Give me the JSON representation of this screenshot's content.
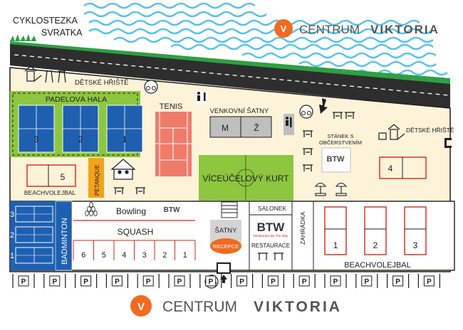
{
  "top_left_label": {
    "line1": "CYKLOSTEZKA",
    "line2": "SVRATKA"
  },
  "brand": {
    "letter": "V",
    "word1": "CENTRUM",
    "word2": "VIKTORIA",
    "accent": "#f26a21",
    "text_color": "#555555"
  },
  "playground_top_left": "DĚTSKÉ HŘIŠTĚ",
  "playground_right": "DĚTSKÉ HŘIŠTĚ",
  "padel": {
    "title": "PADELOVÁ HALA",
    "courts": [
      "3",
      "2",
      "1"
    ],
    "color": "#8dc63f",
    "court_color": "#1f5fb0"
  },
  "tennis": {
    "title": "TENIS",
    "color": "#ef7b6b"
  },
  "changing_outdoor": {
    "title": "VENKOVNÍ ŠATNY",
    "men": "M",
    "women": "Ž"
  },
  "kiosk": {
    "line1": "STÁNEK S",
    "line2": "OBČERSTVENÍM",
    "logo": "BTW"
  },
  "beach_left": {
    "court": "5",
    "label": "BEACHVOLEJBAL"
  },
  "petanque": "PETANQUE",
  "multi_court": {
    "title": "VÍCEÚČELOVÝ KURT",
    "color": "#8dc63f"
  },
  "badminton": {
    "title": "BADMINTON",
    "courts": [
      "3",
      "2",
      "1"
    ],
    "color": "#1f5fb0"
  },
  "bowling": "Bowling",
  "squash": {
    "title": "SQUASH",
    "courts": [
      "6",
      "5",
      "4",
      "3",
      "2",
      "1"
    ]
  },
  "btw_logo": "BTW",
  "changing_inner": "ŠATNY",
  "reception": "RECEPCE",
  "salonek": "SALONEK",
  "restaurant": {
    "logo": "BTW",
    "tagline": "Restaurace By The Way",
    "label": "RESTAURACE"
  },
  "garden": "ZAHRÁDKA",
  "beach_right": {
    "courts": [
      "1",
      "2",
      "3"
    ],
    "top_court": "4",
    "label": "BEACHVOLEJBAL"
  },
  "parking_label": "P",
  "colors": {
    "beach_sand": "#fdf3d9",
    "river": "#57c3e6",
    "grass": "#2ea043",
    "court_red": "#d9251d",
    "orange_tag": "#f4a11b",
    "reception": "#ee6b1f"
  }
}
